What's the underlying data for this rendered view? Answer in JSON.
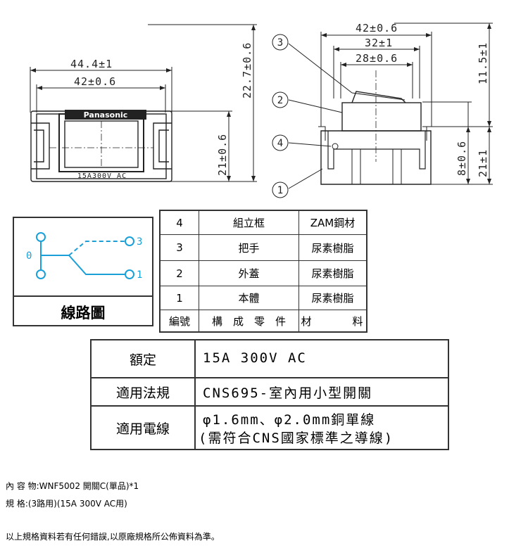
{
  "front_view": {
    "dim_outer_width": "44.4±1",
    "dim_inner_width": "42±0.6",
    "dim_inner_height": "21±0.6",
    "dim_total_height": "22.7±0.6",
    "brand": "Panasonic",
    "rating_label": "15A300V AC"
  },
  "side_view": {
    "dim_width": "42±0.6",
    "dim_mid": "32±1",
    "dim_inner": "28±0.6",
    "dim_top_height": "11.5±1",
    "dim_right_height": "21±1",
    "dim_small_height": "8±0.6",
    "callouts": [
      "3",
      "2",
      "4",
      "1"
    ]
  },
  "circuit": {
    "title": "線路圖",
    "terminal_0": "0",
    "terminal_3": "3",
    "terminal_1": "1",
    "line_color": "#1aa0d8"
  },
  "parts_table": {
    "rows": [
      {
        "no": "4",
        "part": "組立框",
        "material": "ZAM鋼材"
      },
      {
        "no": "3",
        "part": "把手",
        "material": "尿素樹脂"
      },
      {
        "no": "2",
        "part": "外蓋",
        "material": "尿素樹脂"
      },
      {
        "no": "1",
        "part": "本體",
        "material": "尿素樹脂"
      }
    ],
    "header_no": "編號",
    "header_part": "構　成　零　件",
    "header_material_1": "材",
    "header_material_2": "料"
  },
  "spec_table": {
    "rows": [
      {
        "label": "額定",
        "value": "15A 300V AC"
      },
      {
        "label": "適用法規",
        "value": "CNS695-室內用小型開關"
      },
      {
        "label": "適用電線",
        "value": "φ1.6mm、φ2.0mm銅單線",
        "value2": "(需符合CNS國家標準之導線)"
      }
    ]
  },
  "notes": {
    "content": "內 容 物:WNF5002 開關C(單品)*1",
    "spec": "規 格:(3路用)(15A 300V AC用)",
    "disclaimer": "以上規格資料若有任何錯誤,以原廠規格所公佈資料為準。"
  }
}
